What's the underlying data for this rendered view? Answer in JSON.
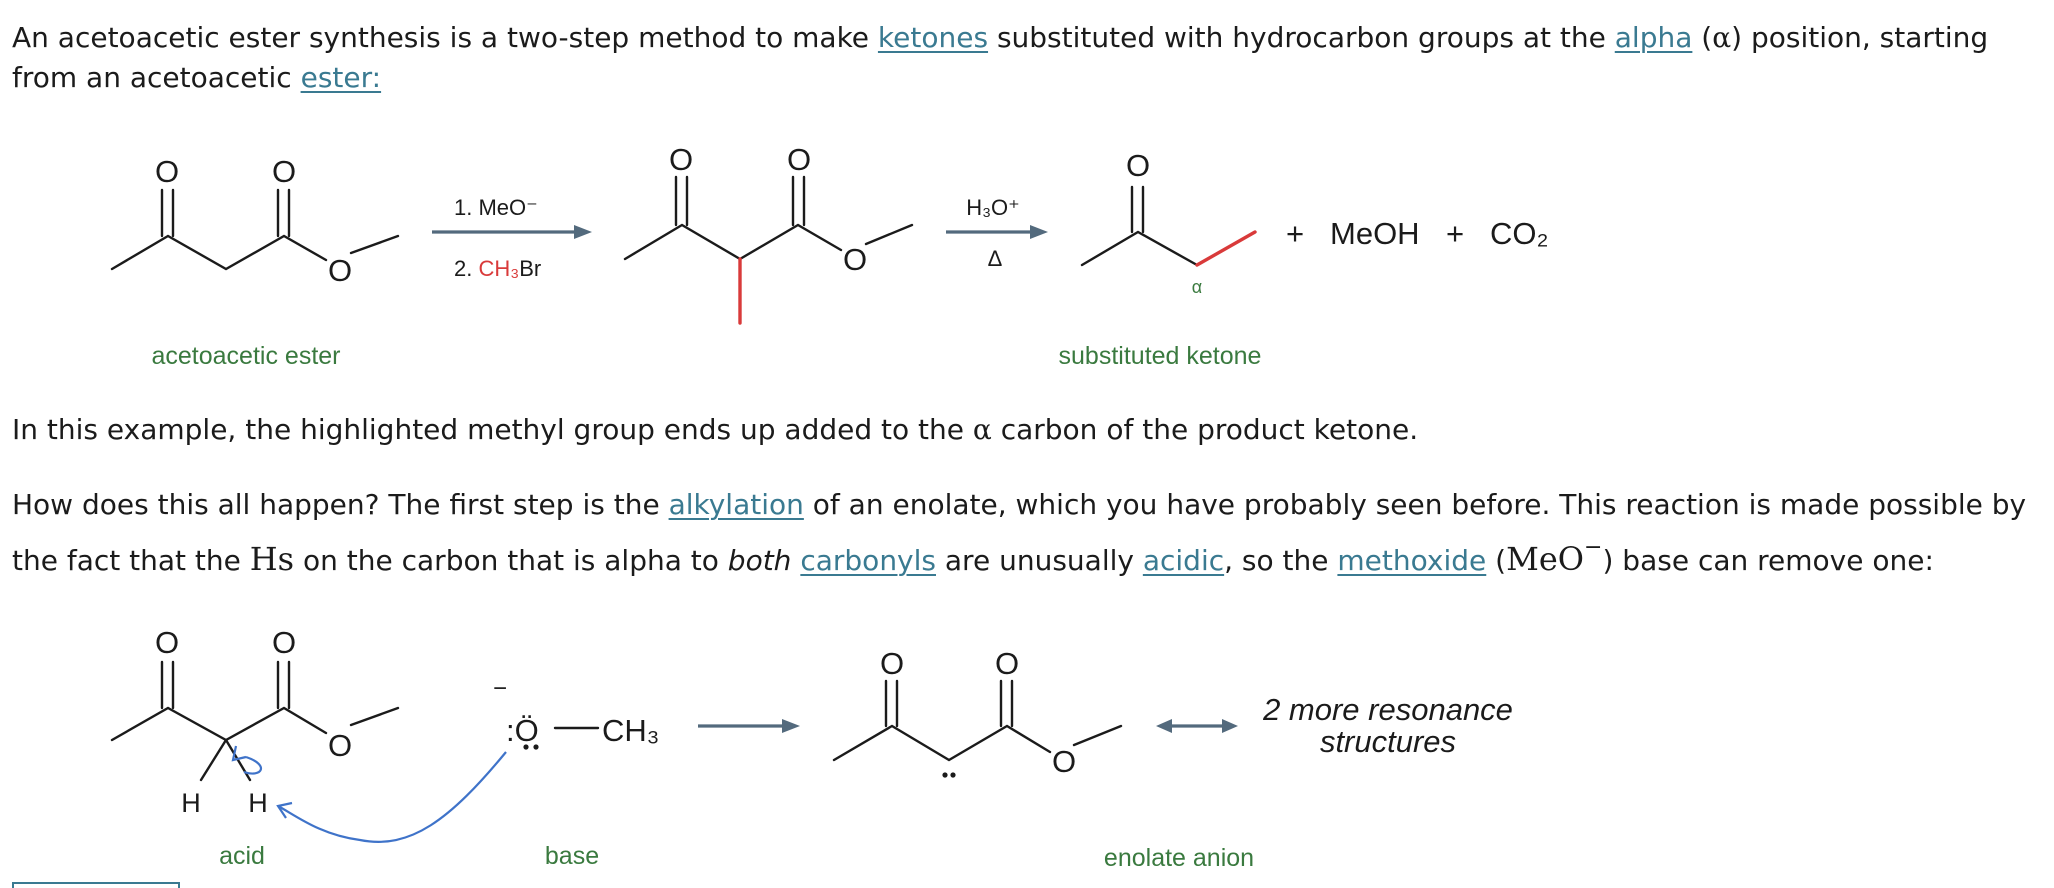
{
  "intro": {
    "t1": "An acetoacetic ester synthesis is a two-step method to make ",
    "link_ketones": "ketones",
    "t2": " substituted with hydrocarbon groups at the ",
    "link_alpha": "alpha",
    "t3": " (",
    "alpha_symbol": "α",
    "t4": ") position, starting from an acetoacetic ",
    "link_ester": "ester:"
  },
  "scheme1": {
    "O": "O",
    "reagent1_step1": "1. MeO⁻",
    "reagent1_step2_num": "2.  ",
    "reagent1_step2_reagent": "CH₃",
    "reagent1_step2_br": "Br",
    "reagent2_top": "H₃O⁺",
    "reagent2_bottom": "Δ",
    "alpha_label": "α",
    "plus": "+",
    "meoh": "MeOH",
    "co2": "CO₂",
    "label_left": "acetoacetic ester",
    "label_right": "substituted ketone"
  },
  "example": {
    "t1": "In this example, the highlighted methyl group ends up added to the ",
    "alpha_symbol": "α",
    "t2": " carbon of the product ketone."
  },
  "how": {
    "t1": "How does this all happen? The first step is the ",
    "link_alkylation": "alkylation",
    "t2": " of an enolate, which you have probably seen before. This reaction is made possible by the fact that the ",
    "hs": "Hs",
    "t3": " on the carbon that is alpha to ",
    "both": "both",
    "t4": " ",
    "link_carbonyls": "carbonyls",
    "t5": " are unusually ",
    "link_acidic": "acidic",
    "t6": ", so the ",
    "link_methoxide": "methoxide",
    "t7": " (",
    "meo": "MeO",
    "meo_charge": "−",
    "t8": ") base can remove one:"
  },
  "scheme2": {
    "O": "O",
    "H": "H",
    "minus": "−",
    "base_o": ":Ö",
    "ch3": "CH₃",
    "resonance_line1": "2 more resonance",
    "resonance_line2": "structures",
    "label_acid": "acid",
    "label_base": "base",
    "label_enolate": "enolate anion"
  },
  "colors": {
    "link": "#3a7a91",
    "label_green": "#3a7a3f",
    "highlight_red": "#d93a3a",
    "arrow_gray": "#536a7d",
    "curved_arrow_blue": "#3f73c9"
  }
}
